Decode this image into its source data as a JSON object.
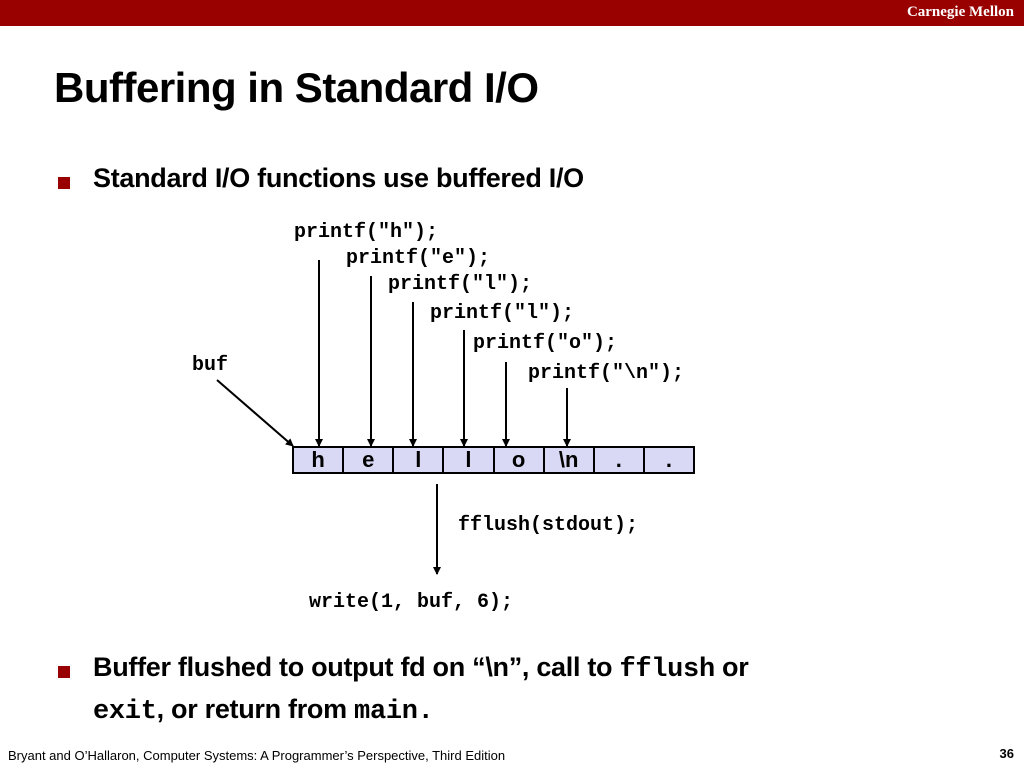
{
  "header": {
    "institution": "Carnegie Mellon"
  },
  "title": "Buffering in Standard I/O",
  "bullets": [
    {
      "text": "Standard I/O functions use buffered I/O"
    },
    {
      "parts": {
        "p1": "Buffer flushed to output fd on “\\n”, call to ",
        "code1": "fflush",
        "p2": " or",
        "code2": "exit",
        "p3": ",  or return from ",
        "code3": "main."
      }
    }
  ],
  "diagram": {
    "calls": [
      "printf(\"h\");",
      "printf(\"e\");",
      "printf(\"l\");",
      "printf(\"l\");",
      "printf(\"o\");",
      "printf(\"\\n\");"
    ],
    "buf_label": "buf",
    "cells": [
      "h",
      "e",
      "l",
      "l",
      "o",
      "\\n",
      ".",
      "."
    ],
    "flush_call": "fflush(stdout);",
    "write_call": "write(1, buf, 6);"
  },
  "footer": {
    "citation": "Bryant and O’Hallaron, Computer Systems: A Programmer’s Perspective, Third Edition",
    "page": "36"
  },
  "colors": {
    "brand": "#990000",
    "buffer_fill": "#d9d9f5"
  }
}
